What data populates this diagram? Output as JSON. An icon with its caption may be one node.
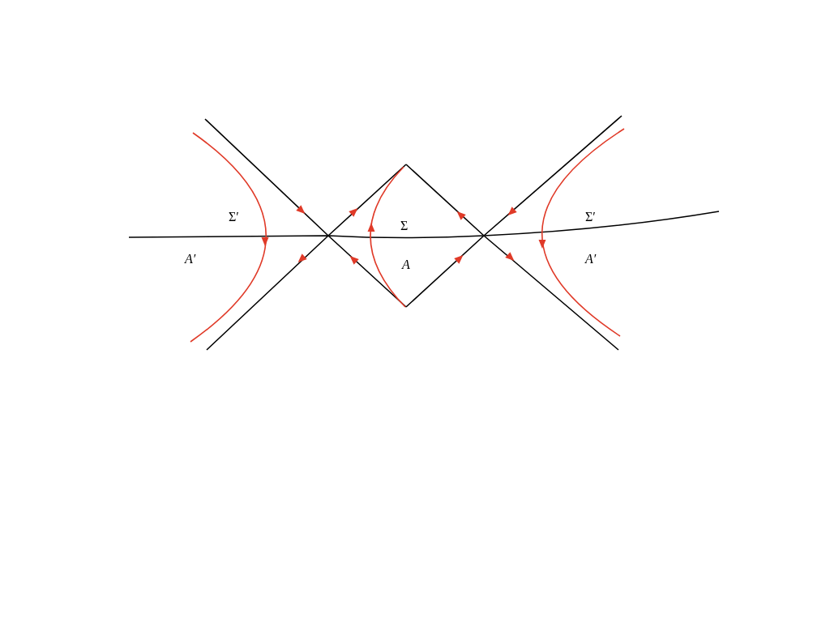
{
  "diagram": {
    "labels": [
      "Σ′",
      "Σ′",
      "Σ",
      "A′",
      "A′",
      "A"
    ]
  }
}
